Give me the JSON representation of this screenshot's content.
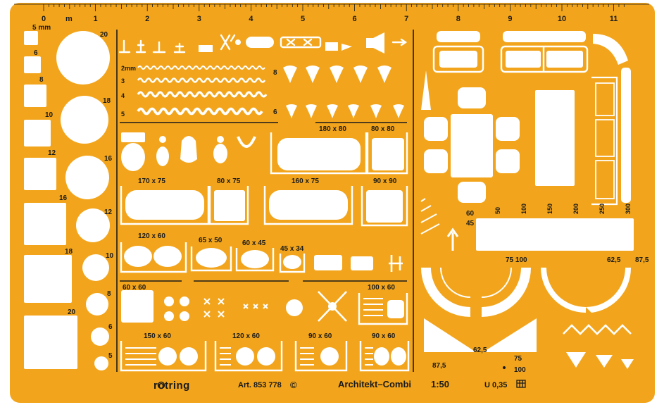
{
  "colors": {
    "plate": "#f2a51c",
    "cutout": "#ffffff",
    "ink": "#1a1a1a"
  },
  "ruler": {
    "unit": "m",
    "numbers": [
      "0",
      "1",
      "2",
      "3",
      "4",
      "5",
      "6",
      "7",
      "8",
      "9",
      "10",
      "11"
    ]
  },
  "left_column": {
    "square_label": "5 mm",
    "square_sizes": [
      "6",
      "8",
      "10",
      "12",
      "16",
      "18",
      "20"
    ],
    "circle_sizes": [
      "20",
      "18",
      "16",
      "12",
      "10",
      "8",
      "6",
      "5"
    ]
  },
  "line_widths": {
    "labels": [
      "2mm",
      "3",
      "4",
      "5"
    ]
  },
  "sink_rows": {
    "labels": [
      "8",
      "6"
    ]
  },
  "dimensions": {
    "d180x80": "180 x 80",
    "d80x80": "80 x 80",
    "d170x75": "170 x 75",
    "d80x75": "80 x 75",
    "d160x75": "160 x 75",
    "d90x90": "90 x 90",
    "d120x60a": "120 x 60",
    "d65x50": "65 x 50",
    "d60x45": "60 x 45",
    "d45x34": "45 x 34",
    "d60x60": "60 x 60",
    "d100x60": "100 x 60",
    "d150x60": "150 x 60",
    "d120x60b": "120 x 60",
    "d90x60": "90 x 60",
    "d90x60b": "90 x 60"
  },
  "right_section": {
    "door_scale": [
      "50",
      "100",
      "150",
      "200",
      "250",
      "300"
    ],
    "label_60": "60",
    "label_45": "45",
    "label_75_100": "75 100",
    "label_62_5a": "62,5",
    "label_87_5a": "87,5",
    "label_62_5b": "62,5",
    "label_75": "75",
    "label_87_5b": "87,5",
    "label_100": "100"
  },
  "footer": {
    "brand": "rotring",
    "article": "Art. 853 778",
    "copyright": "©",
    "product": "Architekt–Combi",
    "scale": "1:50",
    "spec": "U 0,35"
  }
}
